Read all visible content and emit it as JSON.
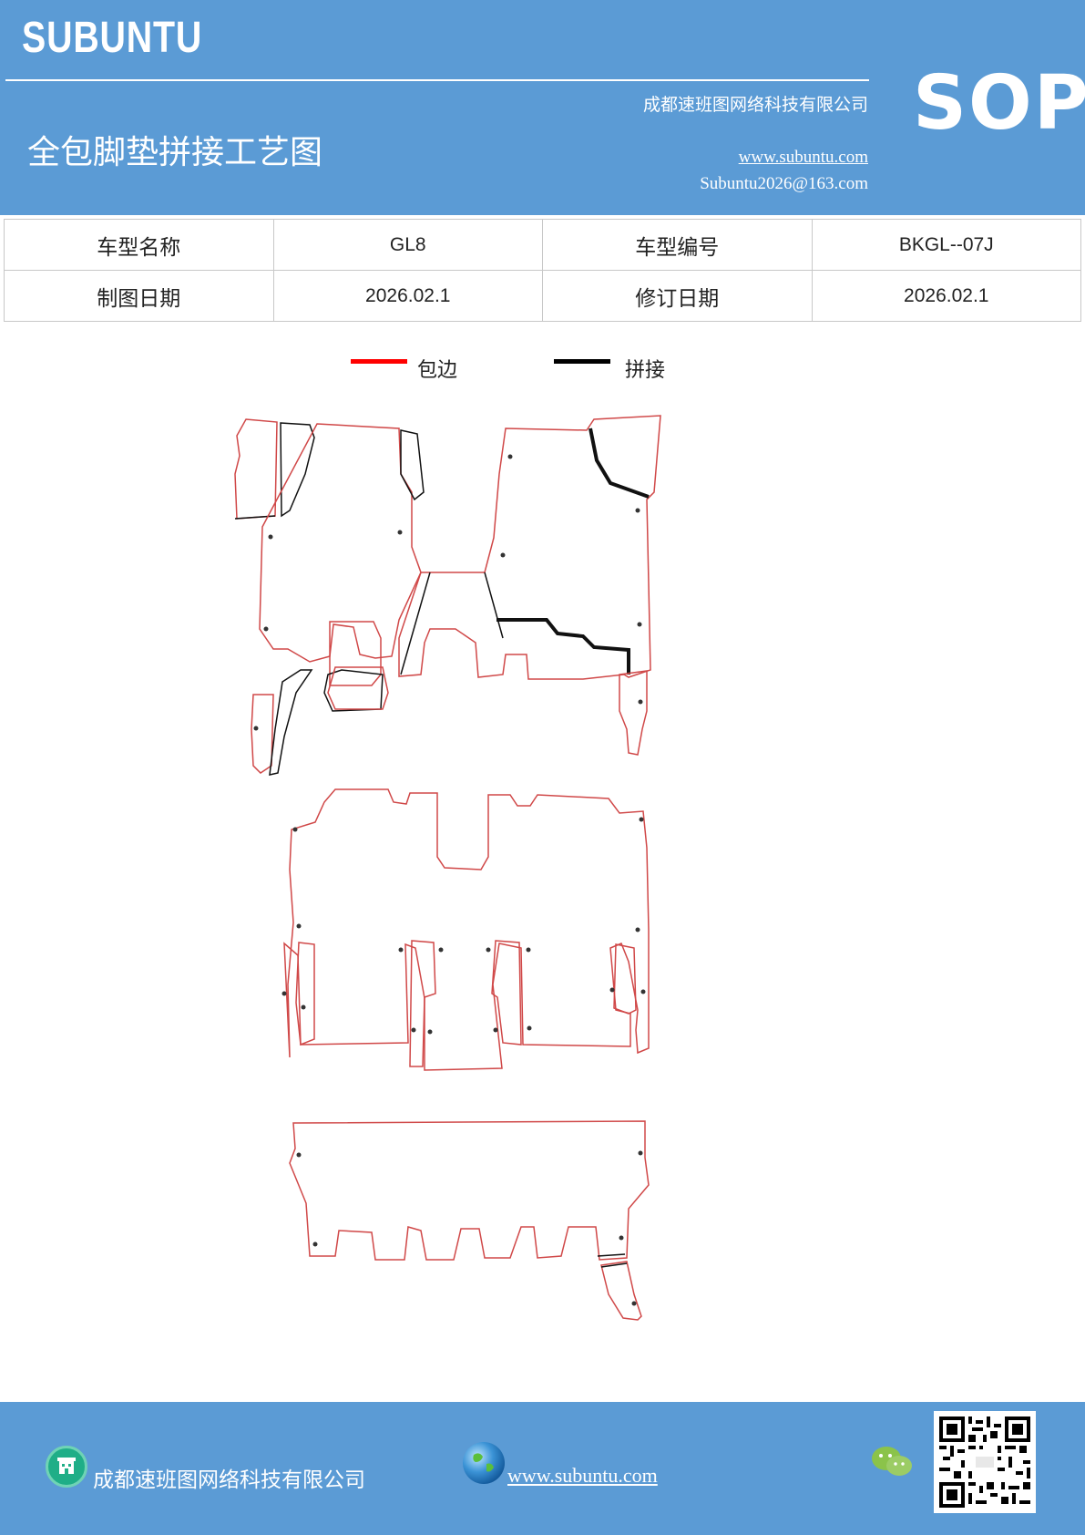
{
  "header": {
    "brand": "SUBUNTU",
    "company": "成都速班图网络科技有限公司",
    "title": "全包脚垫拼接工艺图",
    "website": "www.subuntu.com",
    "email": "Subuntu2026@163.com",
    "badge": "SOP"
  },
  "info": {
    "model_name_label": "车型名称",
    "model_name": "GL8",
    "model_code_label": "车型编号",
    "model_code": "BKGL--07J",
    "drawing_date_label": "制图日期",
    "drawing_date": "2026.02.1",
    "revision_date_label": "修订日期",
    "revision_date": "2026.02.1"
  },
  "legend": {
    "edge_label": "包边",
    "edge_color": "#ff0000",
    "seam_label": "拼接",
    "seam_color": "#000000"
  },
  "footer": {
    "company": "成都速班图网络科技有限公司",
    "website": "www.subuntu.com",
    "company_icon": "building-icon",
    "web_icon": "globe-icon",
    "social_icon": "wechat-icon",
    "qr": "qr-code"
  }
}
